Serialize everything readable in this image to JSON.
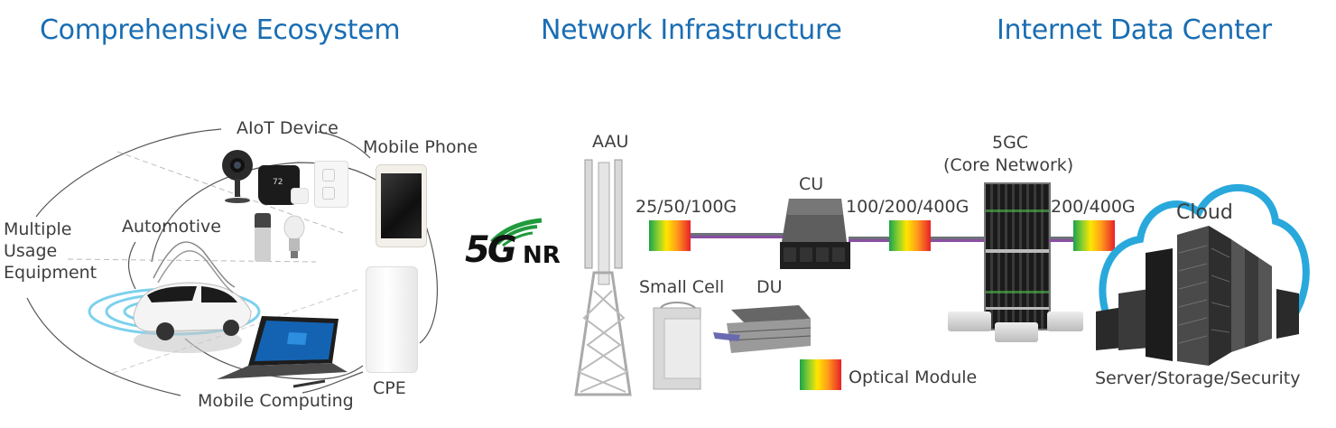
{
  "sections": {
    "ecosystem": "Comprehensive Ecosystem",
    "network": "Network Infrastructure",
    "datacenter": "Internet Data Center"
  },
  "ecosystem": {
    "labels": {
      "aiot": "AIoT Device",
      "mobile_phone": "Mobile Phone",
      "automotive": "Automotive",
      "multiple_usage": [
        "Multiple",
        "Usage",
        "Equipment"
      ],
      "mobile_computing": "Mobile Computing",
      "cpe": "CPE"
    },
    "thermostat_value": "72"
  },
  "network": {
    "logo": {
      "five_g": "5G",
      "nr": "NR"
    },
    "labels": {
      "aau": "AAU",
      "cu": "CU",
      "small_cell": "Small Cell",
      "du": "DU",
      "core_title": "5GC",
      "core_subtitle": "(Core Network)"
    },
    "links": [
      {
        "speed": "25/50/100G"
      },
      {
        "speed": "100/200/400G"
      },
      {
        "speed": "200/400G"
      }
    ],
    "legend": {
      "label": "Optical Module"
    }
  },
  "datacenter": {
    "cloud_label": "Cloud",
    "caption": "Server/Storage/Security"
  },
  "colors": {
    "title_blue": "#1a6db3",
    "cloud_blue": "#29a8dc",
    "link_gray": "#6d7278",
    "link_purple": "#8a4fa3",
    "optic_green": "#1aa34a",
    "optic_yellow": "#ffe600",
    "optic_red": "#e8202a",
    "nr_green": "#1f9a3c"
  }
}
